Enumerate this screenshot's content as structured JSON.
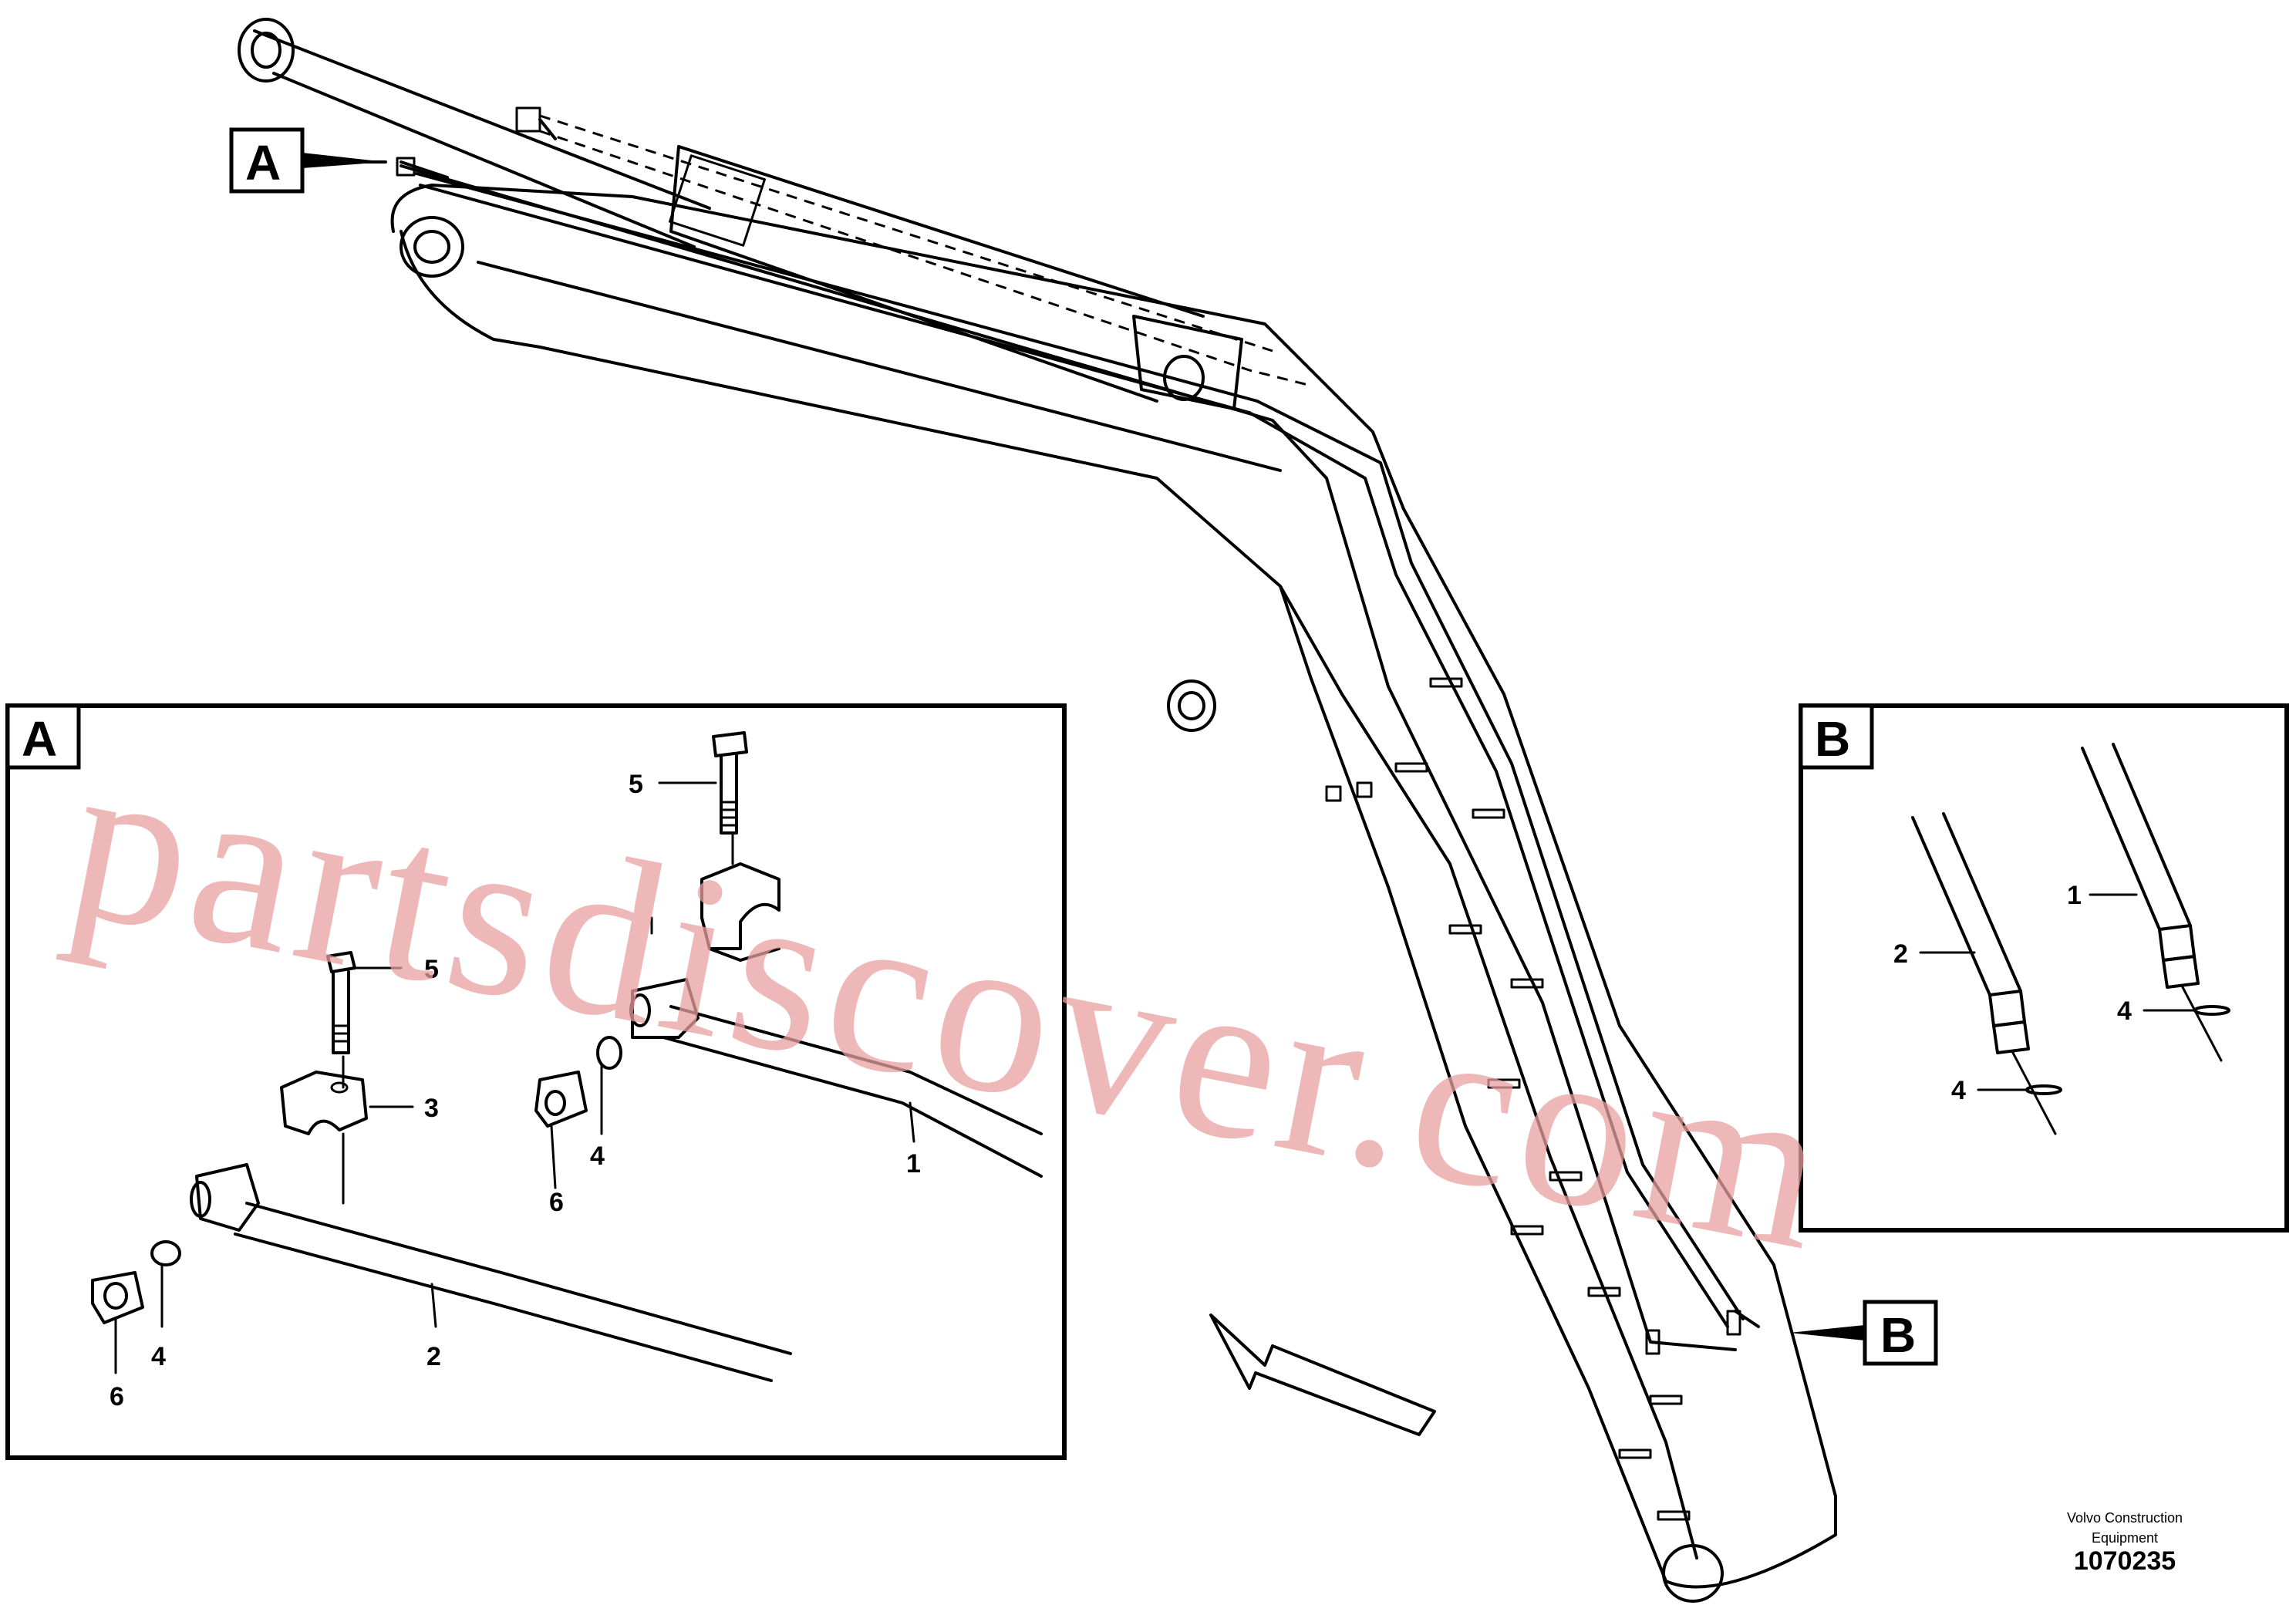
{
  "diagram": {
    "view_labels": {
      "a": "A",
      "b": "B"
    },
    "detail_a": {
      "part_labels": {
        "p5_top": "5",
        "p5_mid": "5",
        "p3": "3",
        "p4_right": "4",
        "p6_right": "6",
        "p1": "1",
        "p4_left": "4",
        "p6_left": "6",
        "p2": "2"
      }
    },
    "detail_b": {
      "part_labels": {
        "p1": "1",
        "p2": "2",
        "p4_right": "4",
        "p4_left": "4"
      }
    },
    "watermark": "partsdiscover.com",
    "brand_line1": "Volvo Construction",
    "brand_line2": "Equipment",
    "document_number": "1070235"
  }
}
